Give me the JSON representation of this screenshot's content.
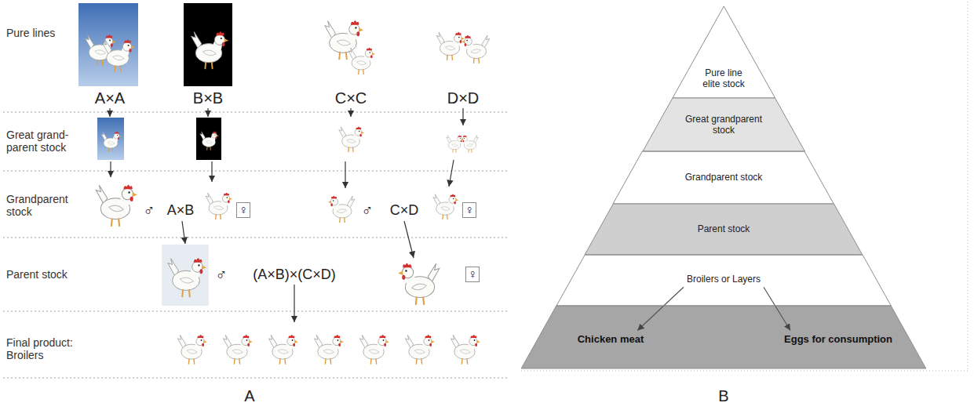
{
  "diagram": {
    "nodes": [
      {
        "text": [
          "Pure line elite stock"
        ]
      },
      {
        "text": [
          "Great grandparent stock"
        ]
      },
      {
        "text": [
          "Grandparent stock"
        ]
      },
      {
        "text": [
          "Parent stock"
        ]
      },
      {
        "text": [
          "Broilers or Layers"
        ]
      },
      {
        "text": [
          "Chicken meat"
        ]
      },
      {
        "text": [
          "Eggs for consumption"
        ]
      }
    ],
    "edges": [
      {
        "from": 4,
        "to": 5,
        "arrow": "to"
      },
      {
        "from": 4,
        "to": 6,
        "arrow": "to"
      }
    ],
    "labels": [
      "Pure lines",
      "A×A",
      "B×B",
      "C×C",
      "D×D",
      "Great grand- parent stock",
      "Grandparent stock",
      "♂",
      "A×B",
      "♀",
      "♂",
      "C×D",
      "♀",
      "Parent stock",
      "♂",
      "(A×B)×(C×D)",
      "♀",
      "Final product: Broilers",
      "A",
      "B"
    ]
  }
}
